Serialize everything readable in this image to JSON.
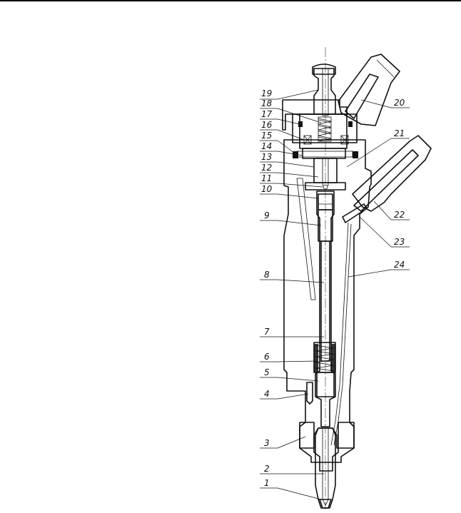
{
  "diagram": {
    "labels": {
      "l1": "1",
      "l2": "2",
      "l3": "3",
      "l4": "4",
      "l5": "5",
      "l6": "6",
      "l7": "7",
      "l8": "8",
      "l9": "9",
      "l10": "10",
      "l11": "11",
      "l12": "12",
      "l13": "13",
      "l14": "14",
      "l15": "15",
      "l16": "16",
      "l17": "17",
      "l18": "18",
      "l19": "19",
      "l20": "20",
      "l21": "21",
      "l22": "22",
      "l23": "23",
      "l24": "24"
    }
  }
}
